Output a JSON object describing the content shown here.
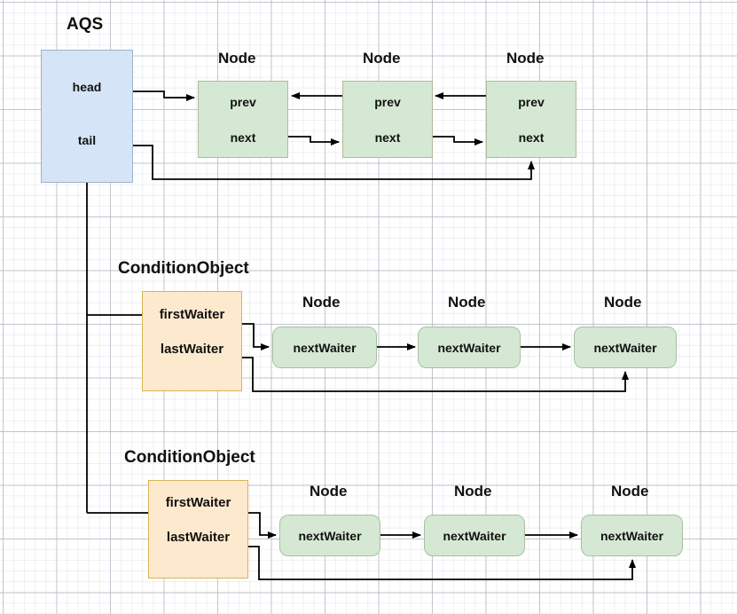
{
  "diagram": {
    "title": "AQS",
    "aqs": {
      "label": "AQS",
      "fields": [
        "head",
        "tail"
      ],
      "color": "#d6e4f7",
      "border": "#9ab3cd"
    },
    "sync_queue": {
      "node_caption": "Node",
      "nodes": [
        {
          "caption": "Node",
          "fields": [
            "prev",
            "next"
          ]
        },
        {
          "caption": "Node",
          "fields": [
            "prev",
            "next"
          ]
        },
        {
          "caption": "Node",
          "fields": [
            "prev",
            "next"
          ]
        }
      ],
      "color": "#d5e8d4",
      "border": "#b0ba9c"
    },
    "condition_objects": [
      {
        "label": "ConditionObject",
        "fields": [
          "firstWaiter",
          "lastWaiter"
        ],
        "color": "#fde9cd",
        "border": "#d6b656",
        "waiters": [
          {
            "caption": "Node",
            "field": "nextWaiter"
          },
          {
            "caption": "Node",
            "field": "nextWaiter"
          },
          {
            "caption": "Node",
            "field": "nextWaiter"
          }
        ]
      },
      {
        "label": "ConditionObject",
        "fields": [
          "firstWaiter",
          "lastWaiter"
        ],
        "color": "#fde9cd",
        "border": "#d6b656",
        "waiters": [
          {
            "caption": "Node",
            "field": "nextWaiter"
          },
          {
            "caption": "Node",
            "field": "nextWaiter"
          },
          {
            "caption": "Node",
            "field": "nextWaiter"
          }
        ]
      }
    ],
    "colors": {
      "arrow": "#000000",
      "grid_minor": "#c8cdd7",
      "grid_major": "#8c94a2",
      "background": "#ffffff"
    }
  }
}
